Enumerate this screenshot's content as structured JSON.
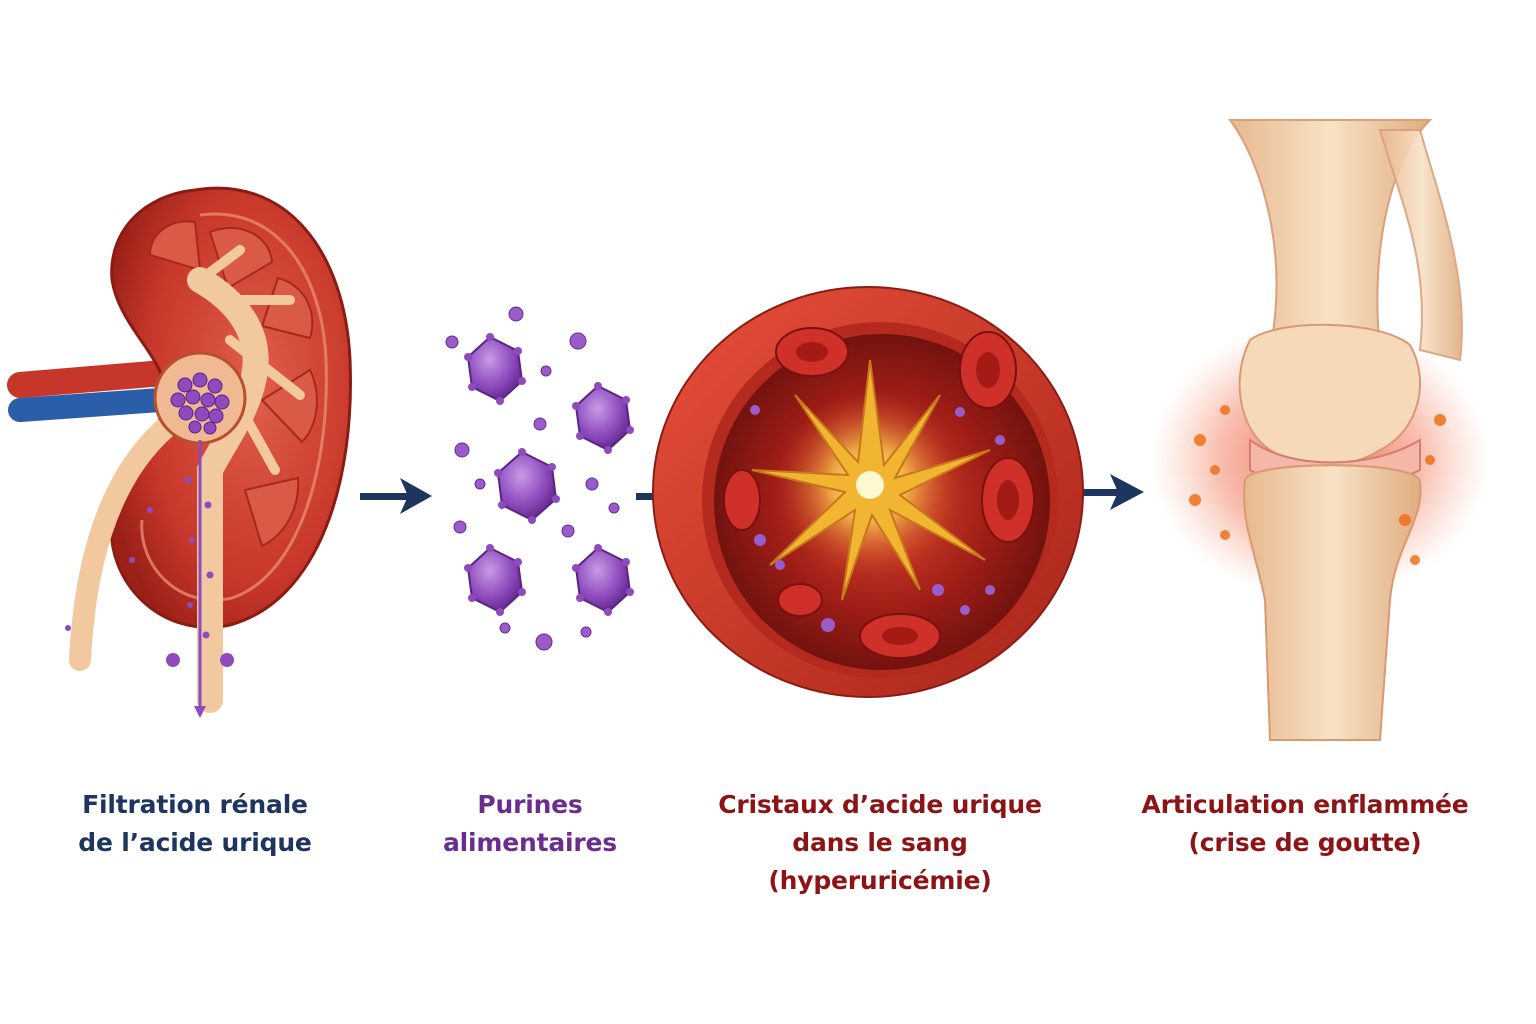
{
  "colors": {
    "kidney_caption": "#1e3560",
    "purine_caption": "#6a2d8e",
    "blood_caption": "#8c1416",
    "joint_caption": "#8c1416",
    "arrow": "#1e3560",
    "purine": "#8e4bbd",
    "tissue_red": "#c7362a",
    "crystal_gold": "#f2b531",
    "bone": "#f2d2ae"
  },
  "steps": [
    {
      "id": "kidney",
      "icon": "kidney-icon",
      "lines": [
        "Filtration rénale",
        "de l’acide urique"
      ]
    },
    {
      "id": "purines",
      "icon": "purine-molecules-icon",
      "lines": [
        "Purines",
        "alimentaires"
      ]
    },
    {
      "id": "blood",
      "icon": "blood-vessel-crystal-icon",
      "lines": [
        "Cristaux d’acide urique",
        "dans le sang",
        "(hyperuricémie)"
      ]
    },
    {
      "id": "joint",
      "icon": "inflamed-joint-icon",
      "lines": [
        "Articulation enflammée",
        "(crise de goutte)"
      ]
    }
  ],
  "arrows": [
    {
      "from": "kidney",
      "to": "purines",
      "icon": "arrow-right-icon"
    },
    {
      "from": "purines",
      "to": "blood",
      "icon": "arrow-right-icon"
    },
    {
      "from": "blood",
      "to": "joint",
      "icon": "arrow-right-icon"
    }
  ]
}
